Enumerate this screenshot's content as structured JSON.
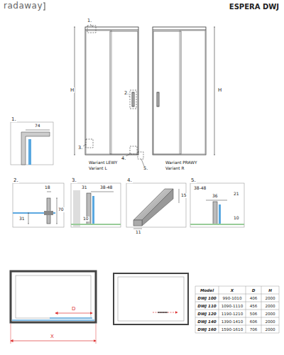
{
  "diagram": {
    "title": "ESPERA DWJ",
    "labels": [
      "radaway",
      "1.",
      "H",
      "2.",
      "3.",
      "4.",
      "5.",
      "Wariant LEWY",
      "Variant L",
      "H",
      "Wariant PRAWY",
      "Variant R",
      "1.",
      "74",
      "2.",
      "18",
      "70",
      "31",
      "3.",
      "31",
      "38-48",
      "10",
      "4.",
      "15",
      "11",
      "5.",
      "38-48",
      "21",
      "36",
      "10",
      "X",
      "D",
      "Model",
      "X",
      "D",
      "H",
      "DWJ 100",
      "990-1010",
      "406",
      "2000",
      "DWJ 110",
      "1090-1110",
      "456",
      "2000",
      "DWJ 120",
      "1190-1210",
      "506",
      "2000",
      "DWJ 140",
      "1390-1410",
      "606",
      "2000",
      "DWJ 160",
      "1590-1610",
      "706",
      "2000"
    ]
  }
}
